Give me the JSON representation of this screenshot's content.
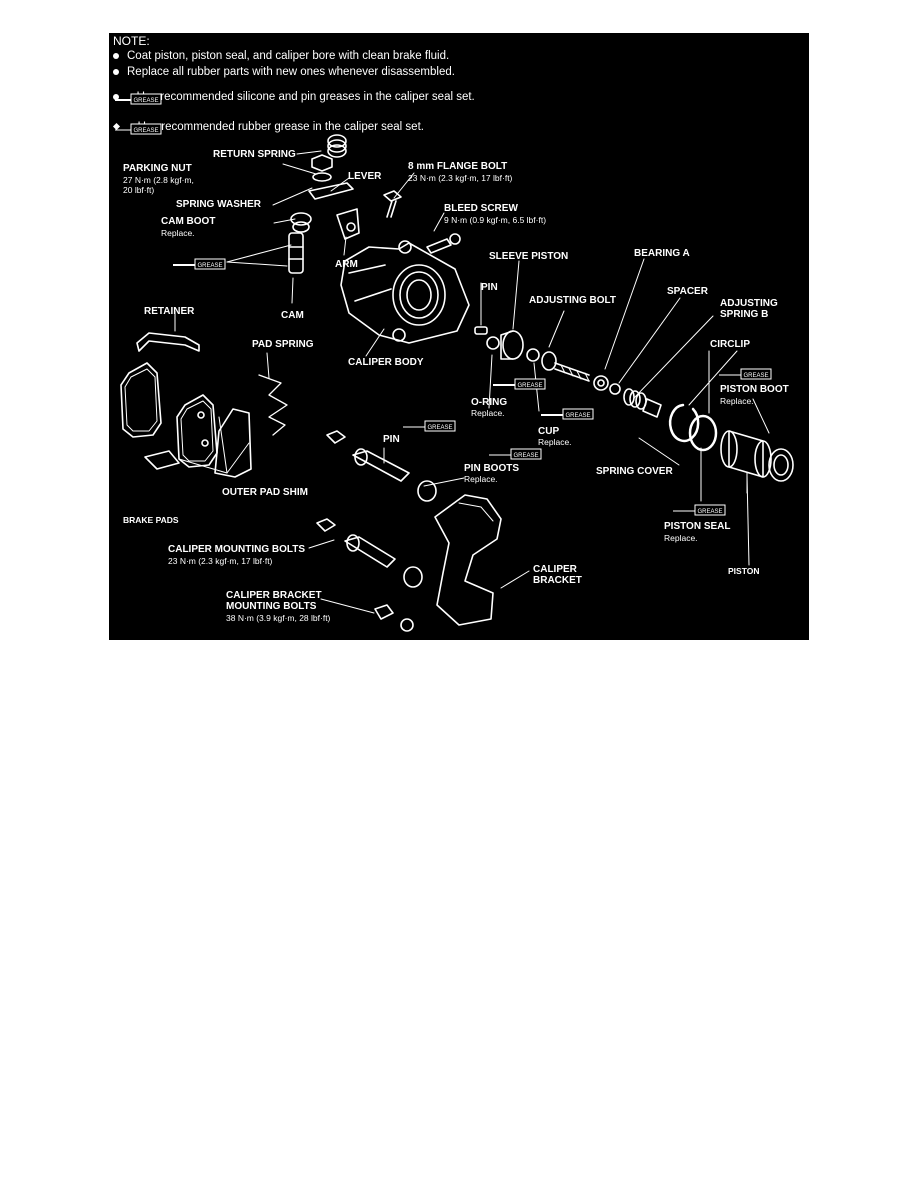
{
  "note": {
    "title": "NOTE:",
    "bullet1": "Coat piston, piston seal, and caliper bore with clean brake fluid.",
    "bullet2": "Replace all rubber parts with new ones whenever disassembled.",
    "bullet3": ": Use recommended silicone and pin greases in the caliper seal set.",
    "bullet4": ": Use recommended rubber grease in the caliper seal set.",
    "grease_tag": "GREASE"
  },
  "labels": {
    "return_spring": "RETURN SPRING",
    "parking_nut": "PARKING NUT",
    "parking_nut_torque1": "27 N·m (2.8 kgf·m,",
    "parking_nut_torque2": "20 lbf·ft)",
    "lever": "LEVER",
    "flange_bolt": "8 mm FLANGE BOLT",
    "flange_bolt_torque": "23 N·m (2.3 kgf·m, 17 lbf·ft)",
    "spring_washer": "SPRING WASHER",
    "cam_boot": "CAM BOOT",
    "cam_boot_note": "Replace.",
    "bleed_screw": "BLEED SCREW",
    "bleed_screw_torque": "9 N·m (0.9 kgf·m, 6.5 lbf·ft)",
    "arm": "ARM",
    "sleeve_piston": "SLEEVE PISTON",
    "bearing_a": "BEARING A",
    "pin_upper": "PIN",
    "spacer": "SPACER",
    "adjusting_bolt": "ADJUSTING BOLT",
    "adjusting_spring_b1": "ADJUSTING",
    "adjusting_spring_b2": "SPRING B",
    "cam": "CAM",
    "retainer": "RETAINER",
    "pad_spring": "PAD SPRING",
    "caliper_body": "CALIPER BODY",
    "circlip": "CIRCLIP",
    "piston_boot": "PISTON BOOT",
    "piston_boot_note": "Replace.",
    "o_ring": "O-RING",
    "o_ring_note": "Replace.",
    "cup": "CUP",
    "cup_note": "Replace.",
    "pin_lower": "PIN",
    "spring_cover": "SPRING COVER",
    "pin_boots": "PIN BOOTS",
    "pin_boots_note": "Replace.",
    "outer_pad_shim": "OUTER PAD SHIM",
    "brake_pads": "BRAKE PADS",
    "piston_seal": "PISTON SEAL",
    "piston_seal_note": "Replace.",
    "caliper_mounting_bolts": "CALIPER MOUNTING BOLTS",
    "caliper_mounting_bolts_torque": "23 N·m (2.3 kgf·m, 17 lbf·ft)",
    "caliper_bracket1": "CALIPER",
    "caliper_bracket2": "BRACKET",
    "piston": "PISTON",
    "caliper_bracket_bolts1": "CALIPER BRACKET",
    "caliper_bracket_bolts2": "MOUNTING BOLTS",
    "caliper_bracket_bolts_torque": "38 N·m (3.9 kgf·m, 28 lbf·ft)"
  }
}
